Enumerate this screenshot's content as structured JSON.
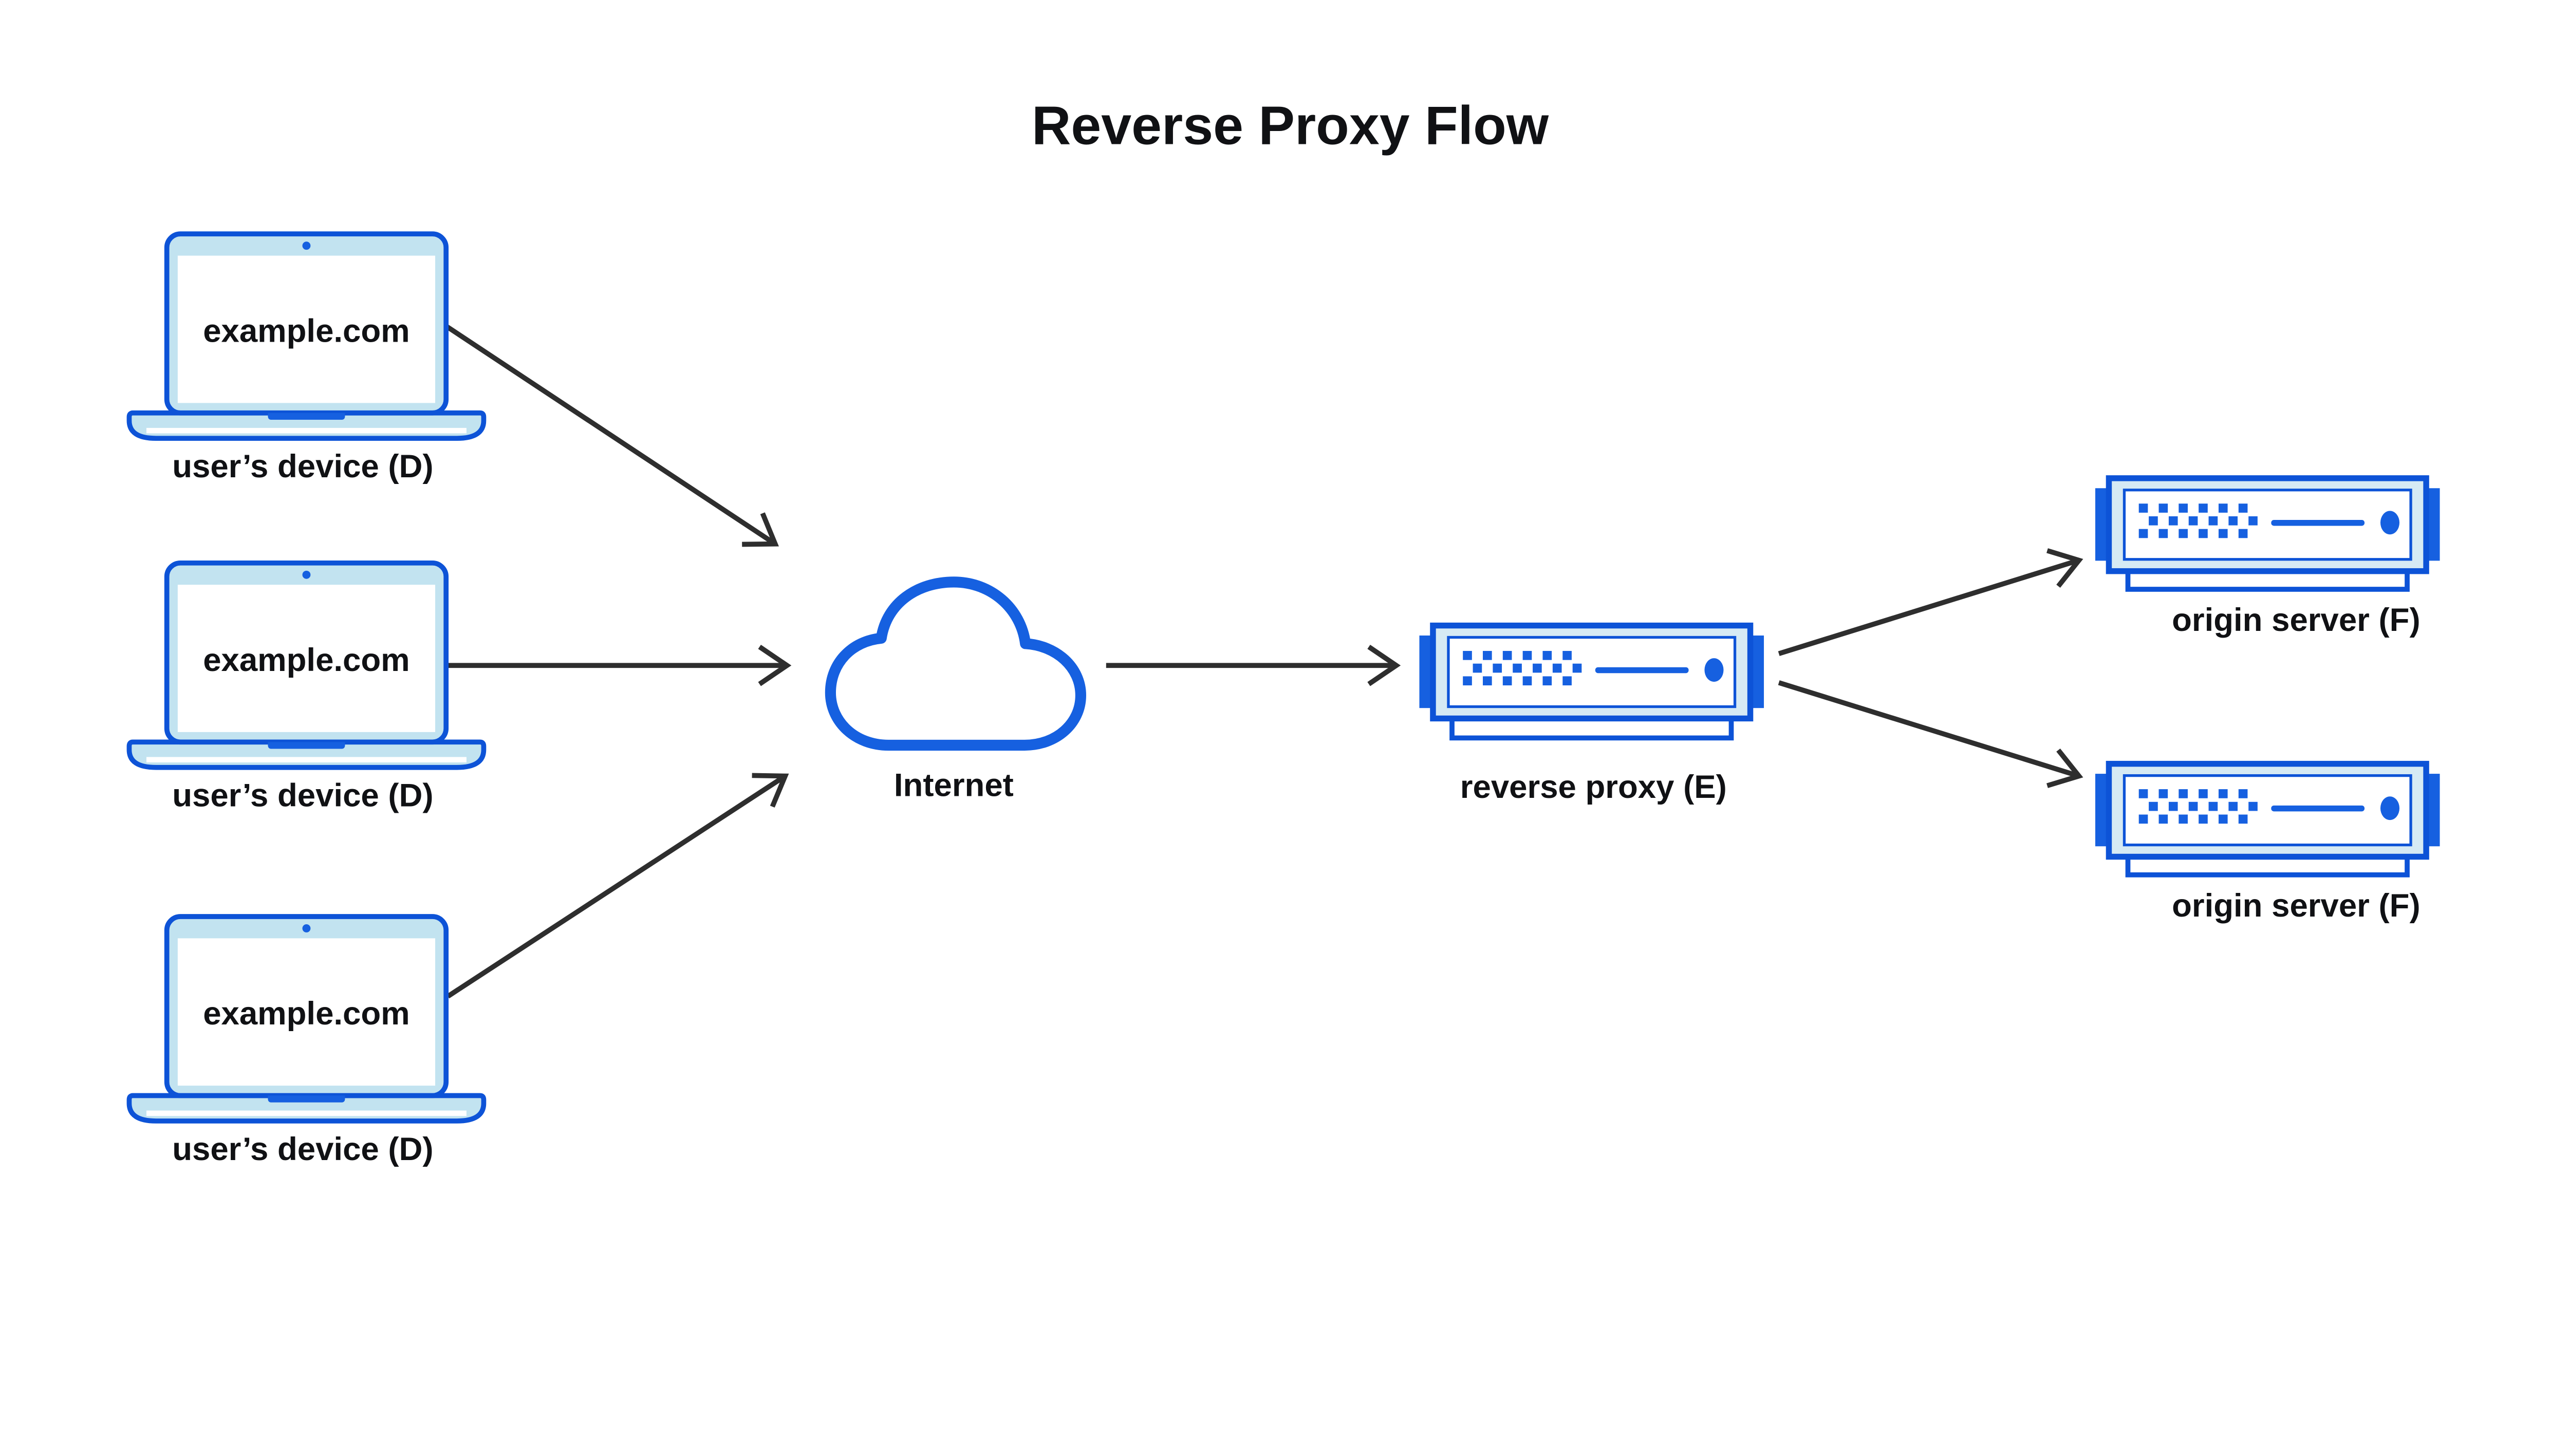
{
  "title": "Reverse Proxy Flow",
  "nodes": {
    "devices": [
      {
        "screen_text": "example.com",
        "label": "user’s device (D)"
      },
      {
        "screen_text": "example.com",
        "label": "user’s device (D)"
      },
      {
        "screen_text": "example.com",
        "label": "user’s device (D)"
      }
    ],
    "internet": {
      "label": "Internet"
    },
    "reverse_proxy": {
      "label": "reverse proxy (E)"
    },
    "origin_servers": [
      {
        "label": "origin server (F)"
      },
      {
        "label": "origin server (F)"
      }
    ]
  },
  "icons": {
    "device": "laptop-icon",
    "internet": "cloud-icon",
    "proxy": "server-icon",
    "origin": "server-icon",
    "arrow": "arrow-right-icon"
  },
  "edges": [
    {
      "from": "user-device-1",
      "to": "internet-cloud"
    },
    {
      "from": "user-device-2",
      "to": "internet-cloud"
    },
    {
      "from": "user-device-3",
      "to": "internet-cloud"
    },
    {
      "from": "internet-cloud",
      "to": "reverse-proxy"
    },
    {
      "from": "reverse-proxy",
      "to": "origin-server-1"
    },
    {
      "from": "reverse-proxy",
      "to": "origin-server-2"
    }
  ],
  "colors": {
    "outline_blue": "#0d53d7",
    "accent_blue": "#1660e0",
    "laptop_fill": "#c2e3f0",
    "server_fill": "#d6eaf4",
    "arrow": "#2e2e2e",
    "text": "#101114",
    "background": "#ffffff"
  }
}
